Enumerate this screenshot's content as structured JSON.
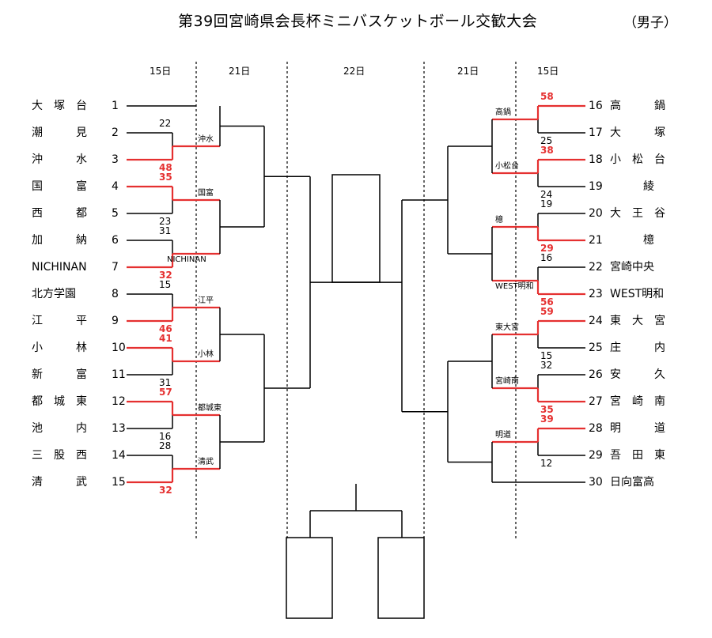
{
  "header": {
    "title": "第39回宮崎県会長杯ミニバスケットボール交歓大会",
    "division": "（男子）"
  },
  "days": {
    "left_r1": "15日",
    "left_r2": "21日",
    "center": "22日",
    "right_r2": "21日",
    "right_r1": "15日"
  },
  "colors": {
    "winner_line": "#e53030",
    "line": "#000000"
  },
  "teams_left": [
    {
      "num": "1",
      "name": "大　塚　台"
    },
    {
      "num": "2",
      "name": "潮　　　見"
    },
    {
      "num": "3",
      "name": "沖　　　水"
    },
    {
      "num": "4",
      "name": "国　　　富"
    },
    {
      "num": "5",
      "name": "西　　　都"
    },
    {
      "num": "6",
      "name": "加　　　納"
    },
    {
      "num": "7",
      "name": "NICHINAN"
    },
    {
      "num": "8",
      "name": "北方学園"
    },
    {
      "num": "9",
      "name": "江　　　平"
    },
    {
      "num": "10",
      "name": "小　　　林"
    },
    {
      "num": "11",
      "name": "新　　　富"
    },
    {
      "num": "12",
      "name": "都　城　東"
    },
    {
      "num": "13",
      "name": "池　　　内"
    },
    {
      "num": "14",
      "name": "三　股　西"
    },
    {
      "num": "15",
      "name": "清　　　武"
    }
  ],
  "teams_right": [
    {
      "num": "16",
      "name": "高　　　鍋"
    },
    {
      "num": "17",
      "name": "大　　　塚"
    },
    {
      "num": "18",
      "name": "小　松　台"
    },
    {
      "num": "19",
      "name": "　　　綾"
    },
    {
      "num": "20",
      "name": "大　王　谷"
    },
    {
      "num": "21",
      "name": "　　　檍"
    },
    {
      "num": "22",
      "name": "宮崎中央"
    },
    {
      "num": "23",
      "name": "WEST明和"
    },
    {
      "num": "24",
      "name": "東　大　宮"
    },
    {
      "num": "25",
      "name": "庄　　　内"
    },
    {
      "num": "26",
      "name": "安　　　久"
    },
    {
      "num": "27",
      "name": "宮　崎　南"
    },
    {
      "num": "28",
      "name": "明　　　道"
    },
    {
      "num": "29",
      "name": "吾　田　東"
    },
    {
      "num": "30",
      "name": "日向富高"
    }
  ],
  "scores_left": [
    {
      "top": "22",
      "bottom": "48",
      "winner": "bottom",
      "advance": "沖水"
    },
    {
      "top": "35",
      "bottom": "23",
      "winner": "top",
      "advance": "国富"
    },
    {
      "top": "31",
      "bottom": "32",
      "winner": "bottom",
      "advance": "NICHINAN"
    },
    {
      "top": "15",
      "bottom": "46",
      "winner": "bottom",
      "advance": "江平"
    },
    {
      "top": "41",
      "bottom": "31",
      "winner": "top",
      "advance": "小林"
    },
    {
      "top": "57",
      "bottom": "16",
      "winner": "top",
      "advance": "都城東"
    },
    {
      "top": "28",
      "bottom": "32",
      "winner": "bottom",
      "advance": "清武"
    }
  ],
  "scores_right": [
    {
      "top": "58",
      "bottom": "25",
      "winner": "top",
      "advance": "高鍋"
    },
    {
      "top": "38",
      "bottom": "24",
      "winner": "top",
      "advance": "小松台"
    },
    {
      "top": "19",
      "bottom": "29",
      "winner": "bottom",
      "advance": "檍"
    },
    {
      "top": "16",
      "bottom": "56",
      "winner": "bottom",
      "advance": "WEST明和"
    },
    {
      "top": "59",
      "bottom": "15",
      "winner": "top",
      "advance": "東大宮"
    },
    {
      "top": "32",
      "bottom": "35",
      "winner": "bottom",
      "advance": "宮崎南"
    },
    {
      "top": "39",
      "bottom": "12",
      "winner": "top",
      "advance": "明道"
    }
  ]
}
